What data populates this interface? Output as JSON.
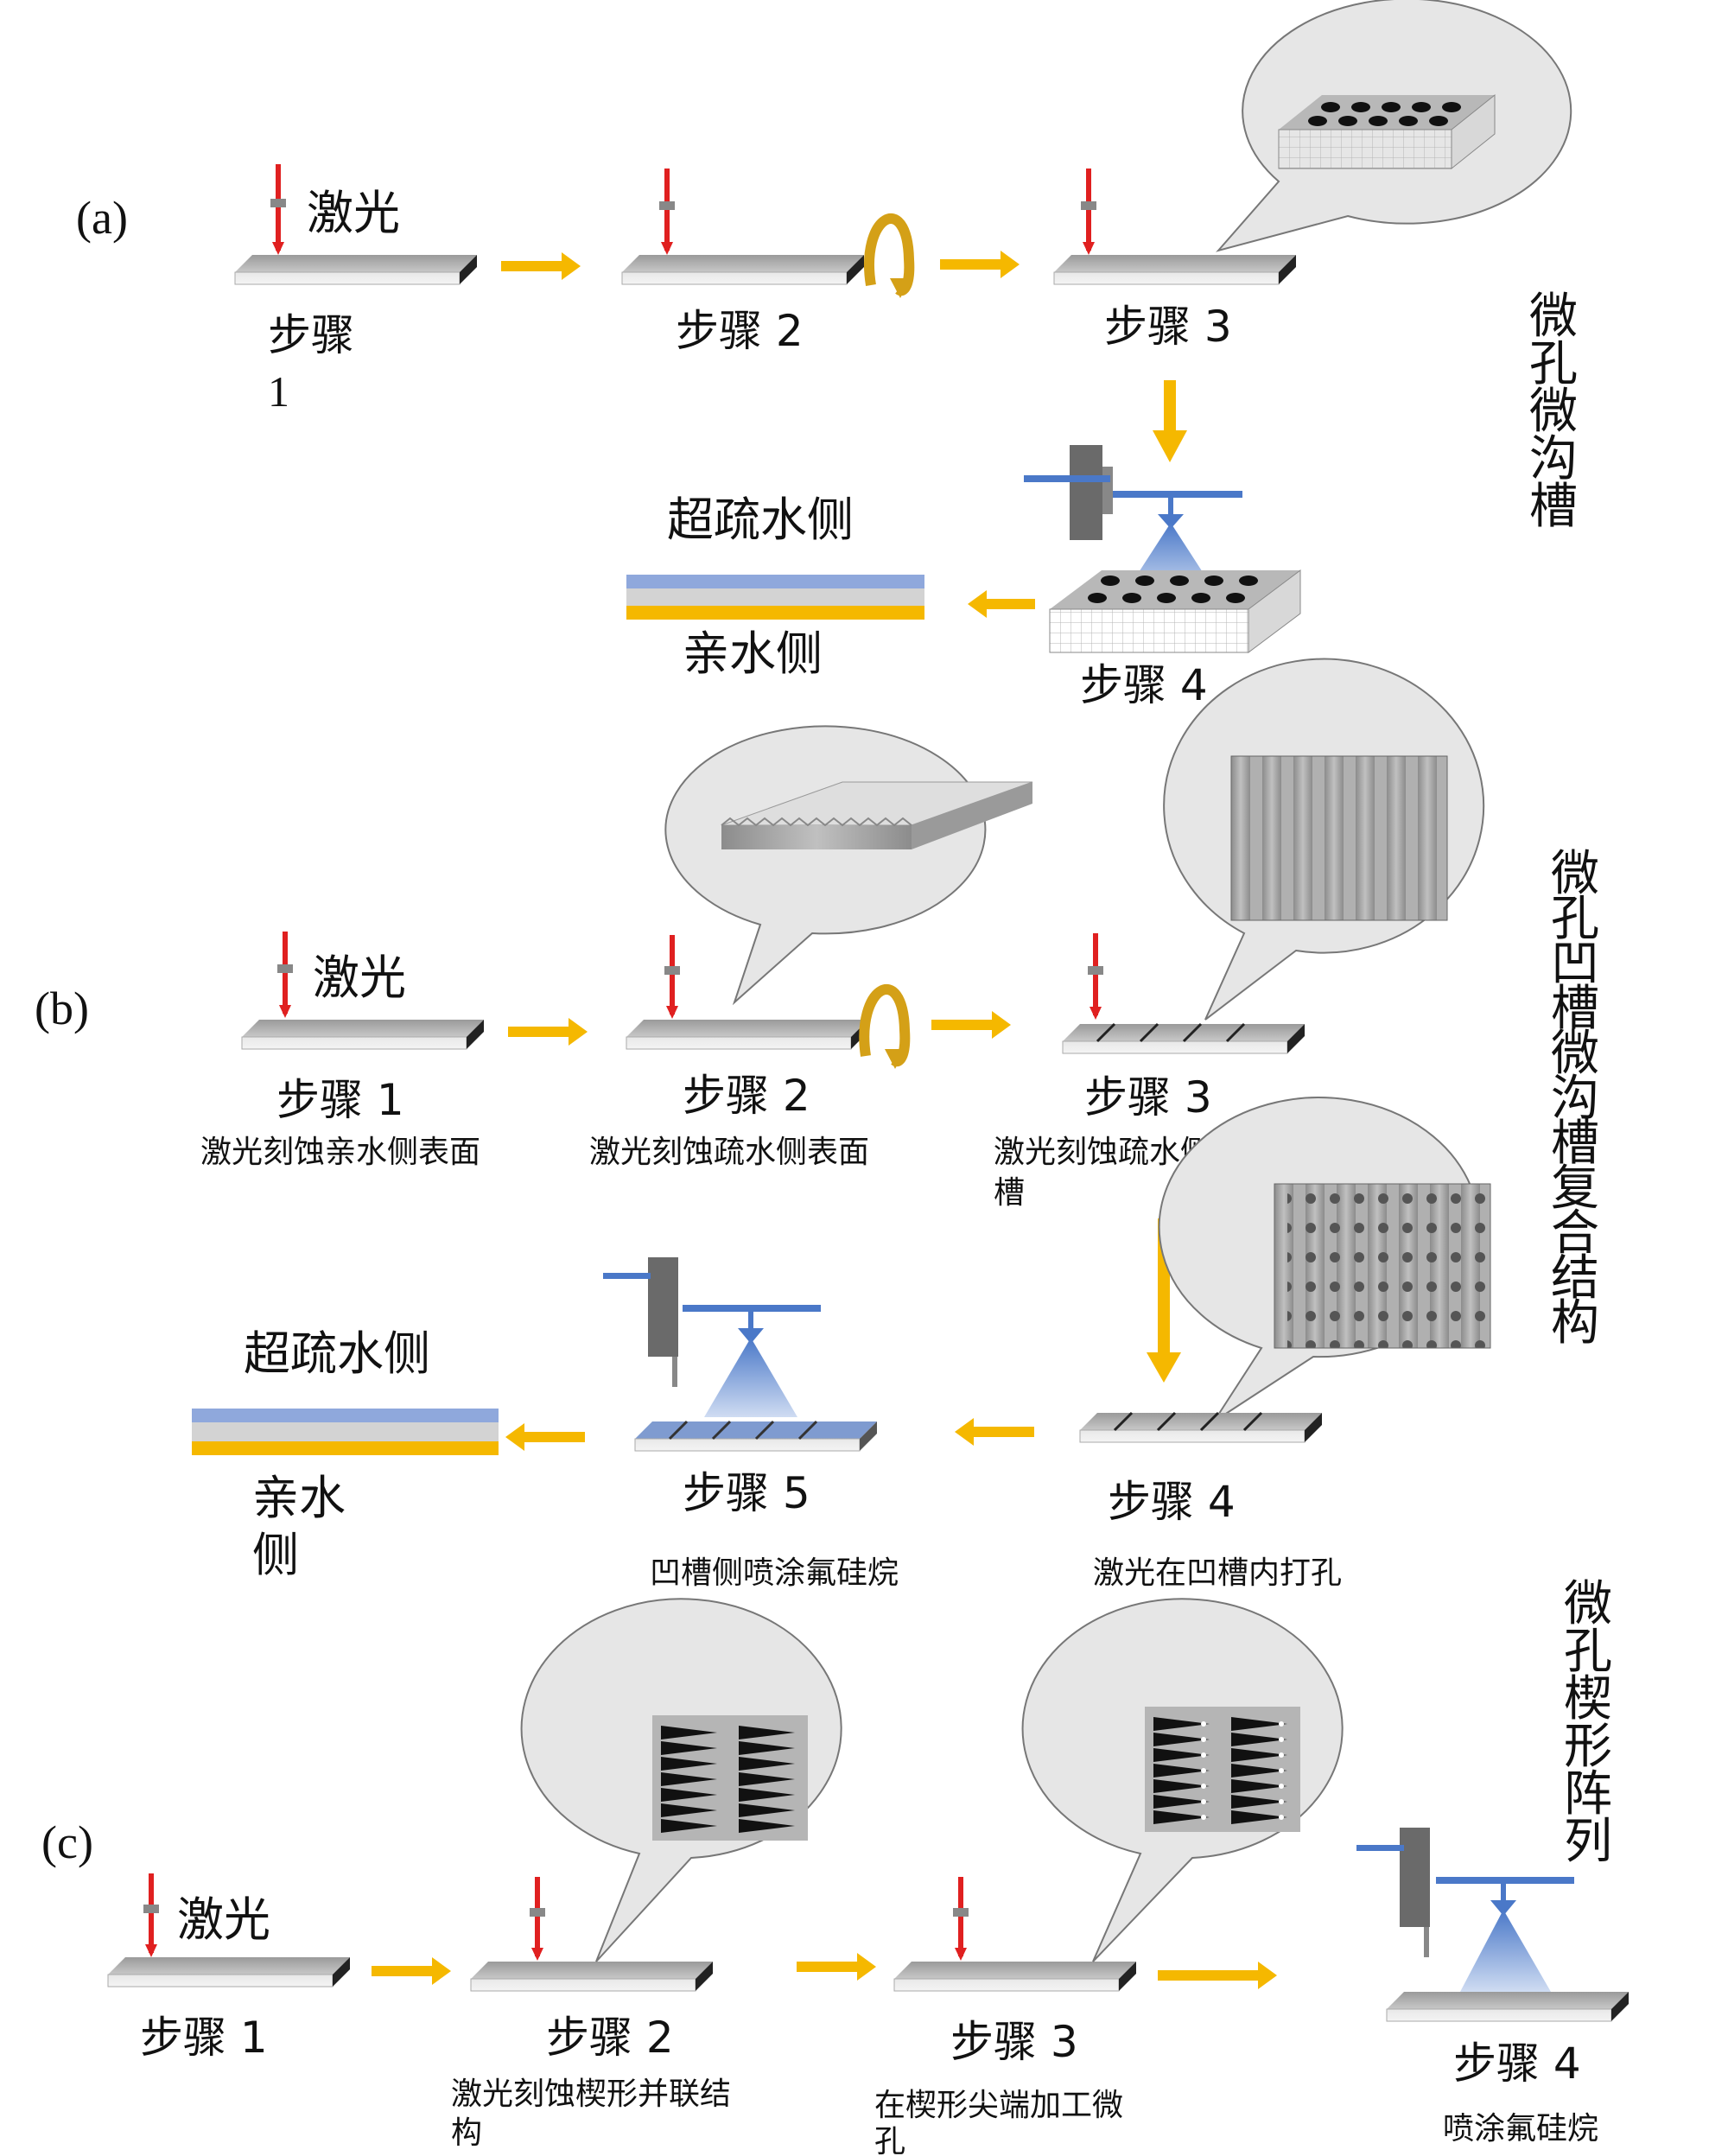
{
  "colors": {
    "laser": "#e02020",
    "arrow": "#f5b800",
    "rotate": "#d4a017",
    "hydrophobic_layer": "#8fa8dc",
    "middle_layer": "#d3d3d3",
    "hydrophilic_layer": "#f5b800",
    "spray_blue": "#4a78c8",
    "bubble_fill": "#e6e6e6"
  },
  "icons": [
    "laser-icon",
    "rotate-icon",
    "arrow-icon",
    "spray-nozzle-icon",
    "callout-bubble"
  ],
  "panel_a": {
    "label": "(a)",
    "laser_text": "激光",
    "step1": "步骤",
    "step1_num": "1",
    "step2": "步骤 2",
    "step3": "步骤 3",
    "step4": "步骤 4",
    "title_vertical": [
      "微",
      "孔",
      "微",
      "沟",
      "槽"
    ],
    "hydrophobic_label": "超疏水侧",
    "hydrophilic_label": "亲水侧"
  },
  "panel_b": {
    "label": "(b)",
    "laser_text": "激光",
    "step1": "步骤 1",
    "step2": "步骤 2",
    "step3": "步骤 3",
    "step4": "步骤 4",
    "step5": "步骤 5",
    "desc1": "激光刻蚀亲水侧表面",
    "desc2": "激光刻蚀疏水侧表面",
    "desc3_line1": "激光刻蚀疏水侧表面凹",
    "desc3_line2": "槽",
    "desc4": "激光在凹槽内打孔",
    "desc5": "凹槽侧喷涂氟硅烷",
    "hydrophobic_label": "超疏水侧",
    "hydrophilic_line1": "亲水",
    "hydrophilic_line2": "侧",
    "title_vertical": [
      "微",
      "孔",
      "凹",
      "槽",
      "微",
      "沟",
      "槽",
      "复",
      "合",
      "结",
      "构"
    ]
  },
  "panel_c": {
    "label": "(c)",
    "laser_text": "激光",
    "step1": "步骤 1",
    "step2": "步骤 2",
    "step3": "步骤 3",
    "step4": "步骤 4",
    "desc2_line1": "激光刻蚀楔形并联结",
    "desc2_line2": "构",
    "desc3_line1": "在楔形尖端加工微",
    "desc3_line2": "孔",
    "desc4": "喷涂氟硅烷",
    "title_vertical": [
      "微",
      "孔",
      "楔",
      "形",
      "阵",
      "列"
    ]
  }
}
